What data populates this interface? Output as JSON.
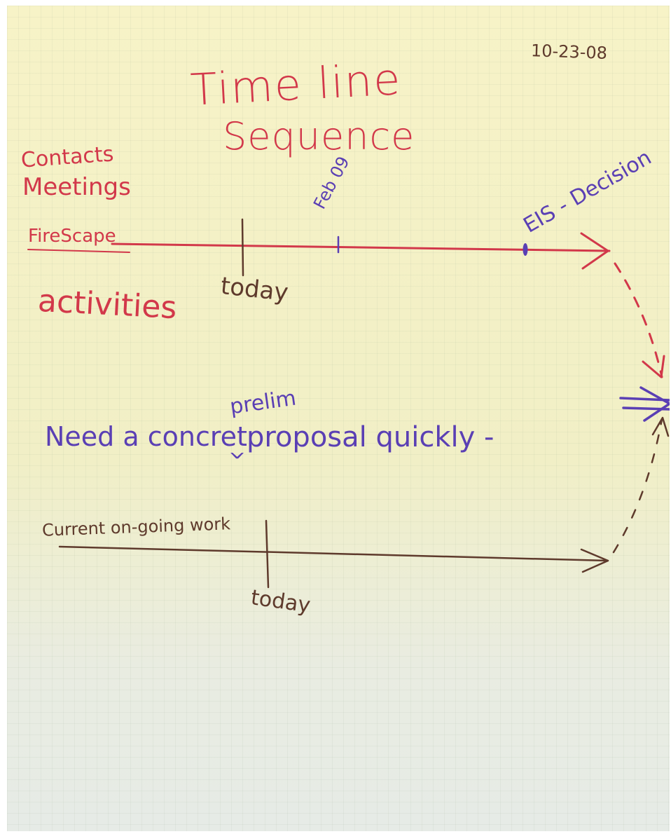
{
  "date": "10-23-08",
  "title_line1": "Time line",
  "title_line2": "Sequence",
  "left_labels": {
    "contacts": "Contacts",
    "meetings": "Meetings",
    "firescape": "FireScape",
    "activities": "activities"
  },
  "timeline_top": {
    "today_label": "today",
    "feb_label": "Feb 09",
    "decision_label": "EIS - Decision"
  },
  "note": {
    "text_before": "Need a concret",
    "insert_mark": "^",
    "insert_word": "prelim",
    "text_after": "proposal quickly -"
  },
  "timeline_bottom": {
    "label": "Current on-going work",
    "today_label": "today"
  },
  "colors": {
    "red_marker": "#d2384a",
    "purple_marker": "#5a3fb4",
    "brown_marker": "#5e3a2c",
    "paper": "#f6f2c8"
  }
}
